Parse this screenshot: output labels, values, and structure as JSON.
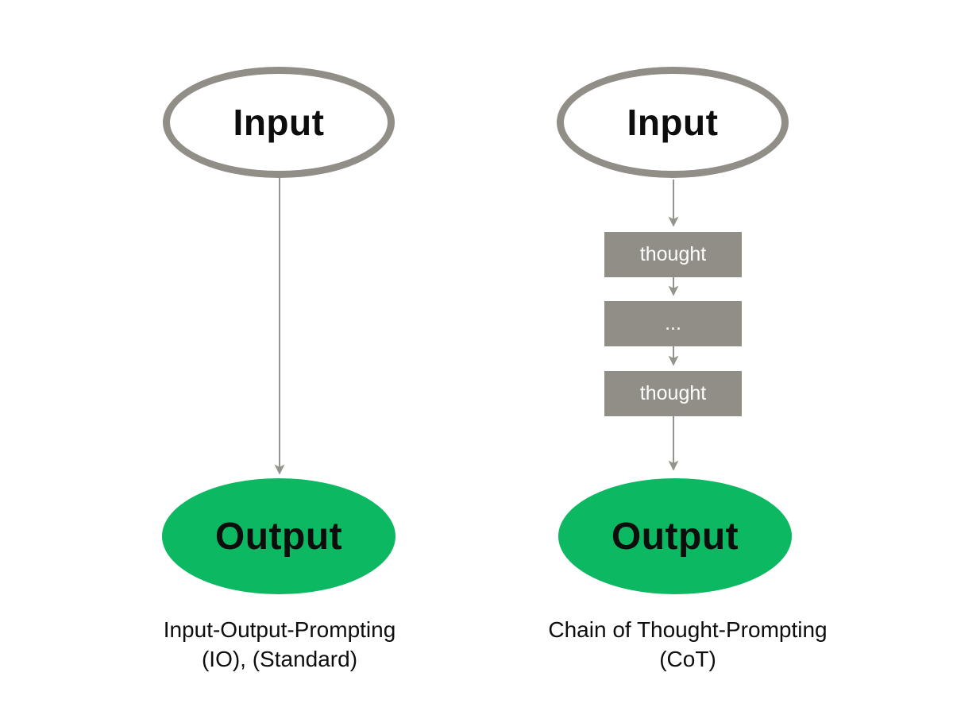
{
  "colors": {
    "gray": "#908e87",
    "arrow": "#95938c",
    "green": "#0db863",
    "text": "#0d0d0d",
    "box_text": "#ffffff",
    "background": "#ffffff"
  },
  "io_diagram": {
    "input_label": "Input",
    "output_label": "Output",
    "caption_line1": "Input-Output-Prompting",
    "caption_line2": "(IO), (Standard)"
  },
  "cot_diagram": {
    "input_label": "Input",
    "steps": [
      "thought",
      "...",
      "thought"
    ],
    "output_label": "Output",
    "caption_line1": "Chain of Thought-Prompting",
    "caption_line2": "(CoT)"
  }
}
